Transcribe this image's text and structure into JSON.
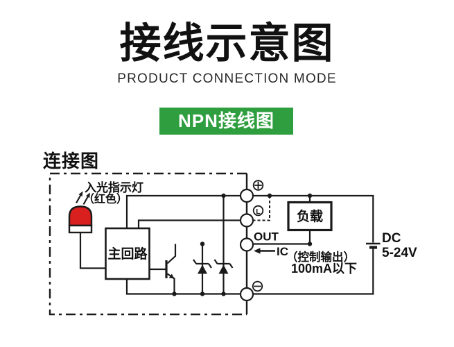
{
  "header": {
    "title": "接线示意图",
    "subtitle": "PRODUCT CONNECTION MODE",
    "badge": "NPN接线图",
    "section_label": "连接图"
  },
  "diagram": {
    "led_label_line1": "入光指示灯",
    "led_label_line2": "（红色）",
    "main_circuit_label": "主回路",
    "out_label": "OUT",
    "ic_label": "IC",
    "load_label": "负载",
    "control_output_line1": "（控制输出）",
    "control_output_line2": "100mA以下",
    "power_dc": "DC",
    "power_voltage": "5-24V",
    "terminal_l_label": "L",
    "terminal_symbols": [
      "plus-circle",
      "L-circle",
      "minus-circle"
    ],
    "colors": {
      "accent_green": "#2F9E3F",
      "led_red": "#D9201F",
      "line": "#1A1A1A"
    }
  }
}
